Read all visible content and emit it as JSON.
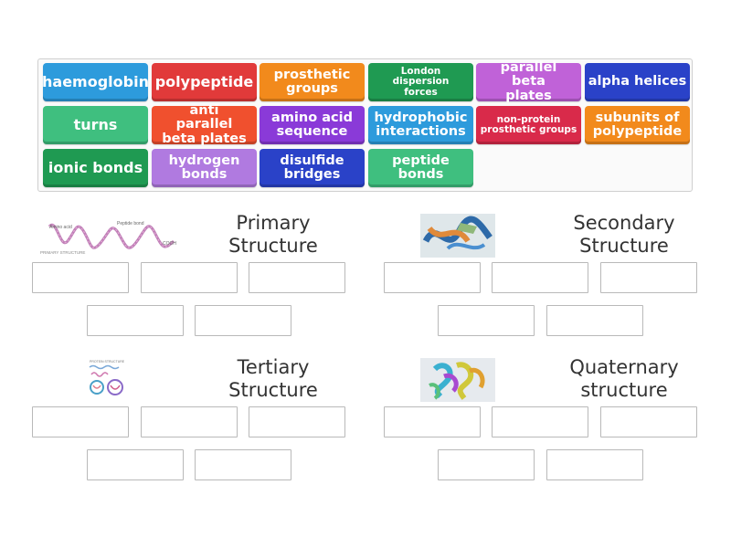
{
  "tiles": [
    {
      "label": "haemoglobin",
      "color": "#2d9bdc"
    },
    {
      "label": "polypeptide",
      "color": "#e13a3a"
    },
    {
      "label": "prosthetic groups",
      "color": "#f28a1c"
    },
    {
      "label": "London dispersion forces",
      "color": "#1f9a52"
    },
    {
      "label": "parallel beta plates",
      "color": "#c062d8"
    },
    {
      "label": "alpha helices",
      "color": "#2a42c8"
    },
    {
      "label": "turns",
      "color": "#3fbf7f"
    },
    {
      "label": "anti parallel beta plates",
      "color": "#f0502e"
    },
    {
      "label": "amino acid sequence",
      "color": "#8a3ad8"
    },
    {
      "label": "hydrophobic interactions",
      "color": "#2d9bdc"
    },
    {
      "label": "non-protein prosthetic groups",
      "color": "#d92a4a"
    },
    {
      "label": "subunits of polypeptide",
      "color": "#f28a1c"
    },
    {
      "label": "ionic bonds",
      "color": "#1f9a52"
    },
    {
      "label": "hydrogen bonds",
      "color": "#c062d8"
    },
    {
      "label": "disulfide bridges",
      "color": "#2a42c8"
    },
    {
      "label": "peptide bonds",
      "color": "#3fbf7f"
    }
  ],
  "groups": [
    {
      "title_line1": "Primary",
      "title_line2": "Structure"
    },
    {
      "title_line1": "Secondary",
      "title_line2": "Structure"
    },
    {
      "title_line1": "Tertiary",
      "title_line2": "Structure"
    },
    {
      "title_line1": "Quaternary",
      "title_line2": "structure"
    }
  ],
  "images": {
    "primary": {
      "amino_acid": "Amino acid",
      "peptide_bond": "Peptide bond",
      "cooh": "COOH",
      "caption": "PRIMARY STRUCTURE"
    },
    "tertiary": {
      "caption": "PROTEIN STRUCTURE"
    }
  }
}
